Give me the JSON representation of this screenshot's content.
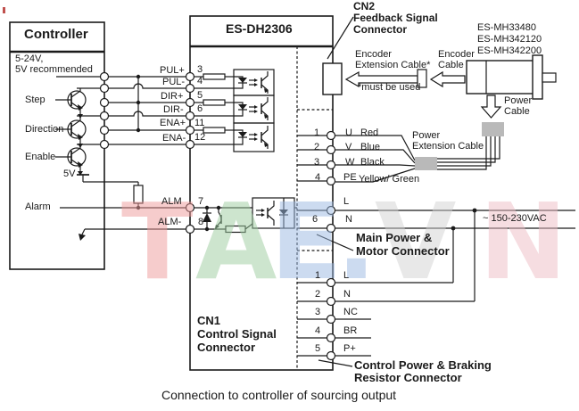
{
  "colors": {
    "line": "#1a1a1a",
    "connector_gray": "#b9b9b9",
    "watermark_t": "#ef9a9a",
    "watermark_a": "#9ccc9f",
    "watermark_e": "#9bb9e2",
    "watermark_dot": "#9bb9e2",
    "watermark_v": "#d2d2d2",
    "watermark_n": "#eebcc4"
  },
  "watermark": {
    "letters": [
      "T",
      "A",
      "E",
      ".",
      "V",
      "N"
    ]
  },
  "caption": "Connection to controller of sourcing output",
  "controller": {
    "title": "Controller",
    "supply_note": [
      "5-24V,",
      "5V recommended"
    ],
    "input_labels": [
      "Step",
      "Direction",
      "Enable"
    ],
    "v5_label": "5V",
    "alarm_label": "Alarm"
  },
  "driver": {
    "title": "ES-DH2306",
    "cn1_label": [
      "CN1",
      "Control Signal",
      "Connector"
    ],
    "cn2_label": [
      "CN2",
      "Feedback Signal",
      "Connector"
    ],
    "signal_pins": [
      {
        "num": "3",
        "label": "PUL+"
      },
      {
        "num": "4",
        "label": "PUL-"
      },
      {
        "num": "5",
        "label": "DIR+"
      },
      {
        "num": "6",
        "label": "DIR-"
      },
      {
        "num": "11",
        "label": "ENA+"
      },
      {
        "num": "12",
        "label": "ENA-"
      }
    ],
    "alarm_pins": [
      {
        "num": "7",
        "label": "ALM"
      },
      {
        "num": "8",
        "label": "ALM-"
      }
    ]
  },
  "main_connector": {
    "title": [
      "Main Power &",
      "Motor Connector"
    ],
    "voltage": "~ 150-230VAC",
    "pins": [
      {
        "num": "1",
        "label": "U",
        "wire": "Red"
      },
      {
        "num": "2",
        "label": "V",
        "wire": "Blue"
      },
      {
        "num": "3",
        "label": "W",
        "wire": "Black"
      },
      {
        "num": "4",
        "label": "PE",
        "wire": "Yellow/ Green"
      },
      {
        "num": "",
        "label": "L",
        "wire": ""
      },
      {
        "num": "6",
        "label": "N",
        "wire": ""
      }
    ]
  },
  "brake_connector": {
    "title": [
      "Control Power & Braking",
      "Resistor Connector"
    ],
    "pins": [
      {
        "num": "1",
        "label": "L"
      },
      {
        "num": "2",
        "label": "N"
      },
      {
        "num": "3",
        "label": "NC"
      },
      {
        "num": "4",
        "label": "BR"
      },
      {
        "num": "5",
        "label": "P+"
      }
    ]
  },
  "encoder": {
    "extension_cable": [
      "Encoder",
      "Extension Cable*"
    ],
    "note": "*must be used",
    "cable": [
      "Encoder",
      "Cable"
    ]
  },
  "motor": {
    "models": [
      "ES-MH33480",
      "ES-MH342120",
      "ES-MH342200"
    ],
    "power_cable": [
      "Power",
      "Cable"
    ]
  },
  "power_extension_cable": [
    "Power",
    "Extension Cable"
  ]
}
